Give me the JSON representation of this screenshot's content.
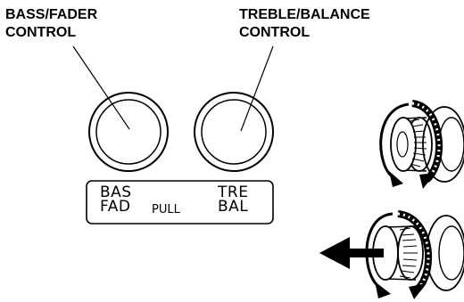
{
  "callouts": {
    "bass_fader": {
      "line1": "BASS/FADER",
      "line2": "CONTROL"
    },
    "treble_balance": {
      "line1": "TREBLE/BALANCE",
      "line2": "CONTROL"
    }
  },
  "panel": {
    "left_top": "BAS",
    "left_bottom": "FAD",
    "middle": "PULL",
    "right_top": "TRE",
    "right_bottom": "BAL"
  },
  "colors": {
    "ink": "#000000",
    "paper": "#ffffff"
  },
  "icons": {
    "rotate_arrows": "rotation-arrows-icon",
    "pull_arrow": "pull-arrow-icon"
  }
}
